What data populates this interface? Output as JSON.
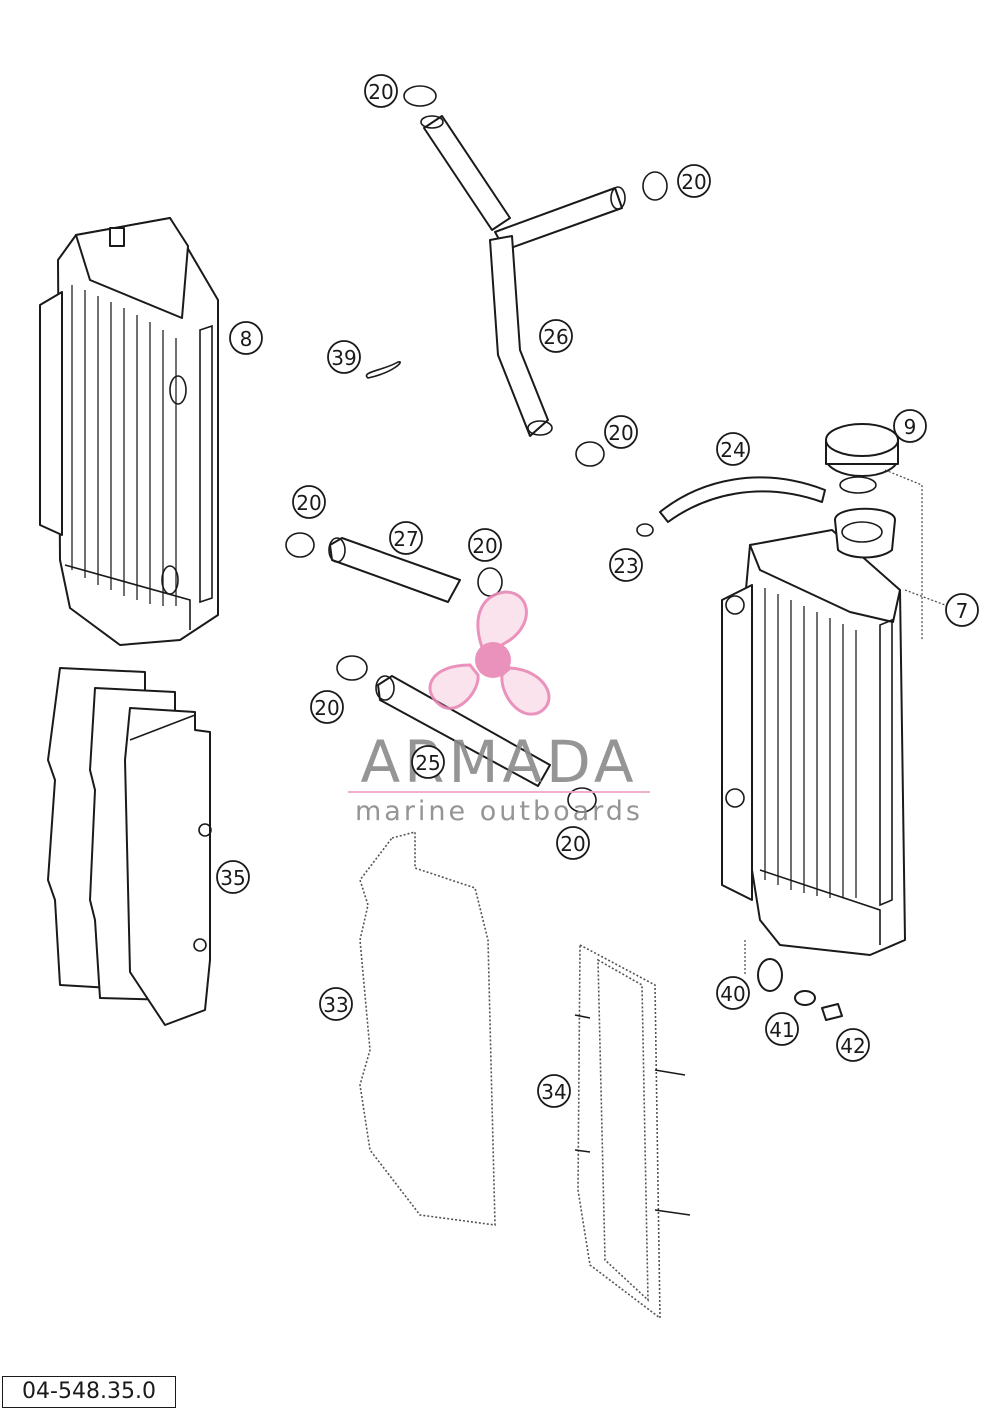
{
  "drawing_code": "04-548.35.0",
  "watermark": {
    "brand": "ARMADA",
    "tagline": "marine outboards",
    "colors": {
      "grey": "#8a8a8a",
      "pink": "#f0a6c8",
      "pink_dark": "#e887b5"
    }
  },
  "callouts": {
    "c7": "7",
    "c8": "8",
    "c9": "9",
    "c20a": "20",
    "c20b": "20",
    "c20c": "20",
    "c20d": "20",
    "c20e": "20",
    "c20f": "20",
    "c20g": "20",
    "c23": "23",
    "c24": "24",
    "c25": "25",
    "c26": "26",
    "c27": "27",
    "c33": "33",
    "c34": "34",
    "c35": "35",
    "c39": "39",
    "c40": "40",
    "c41": "41",
    "c42": "42"
  }
}
